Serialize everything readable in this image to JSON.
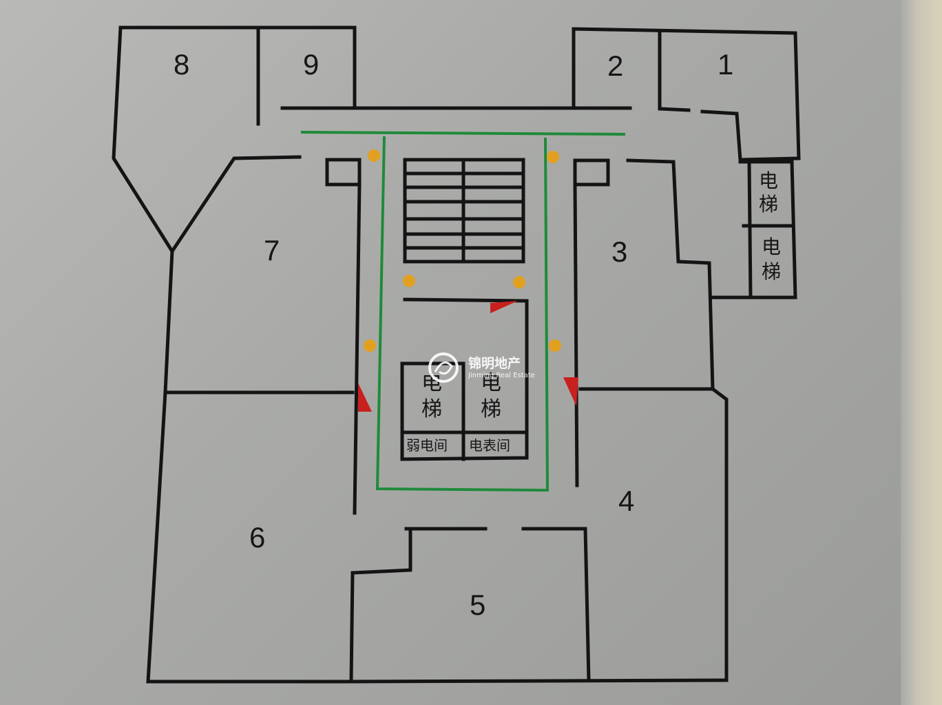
{
  "rooms": [
    {
      "id": "8",
      "label": "8"
    },
    {
      "id": "9",
      "label": "9"
    },
    {
      "id": "2",
      "label": "2"
    },
    {
      "id": "1",
      "label": "1"
    },
    {
      "id": "7",
      "label": "7"
    },
    {
      "id": "3",
      "label": "3"
    },
    {
      "id": "4",
      "label": "4"
    },
    {
      "id": "6",
      "label": "6"
    },
    {
      "id": "5",
      "label": "5"
    }
  ],
  "elevators": {
    "label_line1": "电",
    "label_line2": "梯"
  },
  "utility_rooms": {
    "weak_current": "弱电间",
    "meter_room": "电表间"
  },
  "watermark": {
    "cn": "锦明地产",
    "en": "Jinming Real Estate"
  },
  "colors": {
    "wall": "#141414",
    "corridor_outline": "#1f8a3a",
    "exit_marker": "#e2a020",
    "door_marker": "#c8201e"
  }
}
